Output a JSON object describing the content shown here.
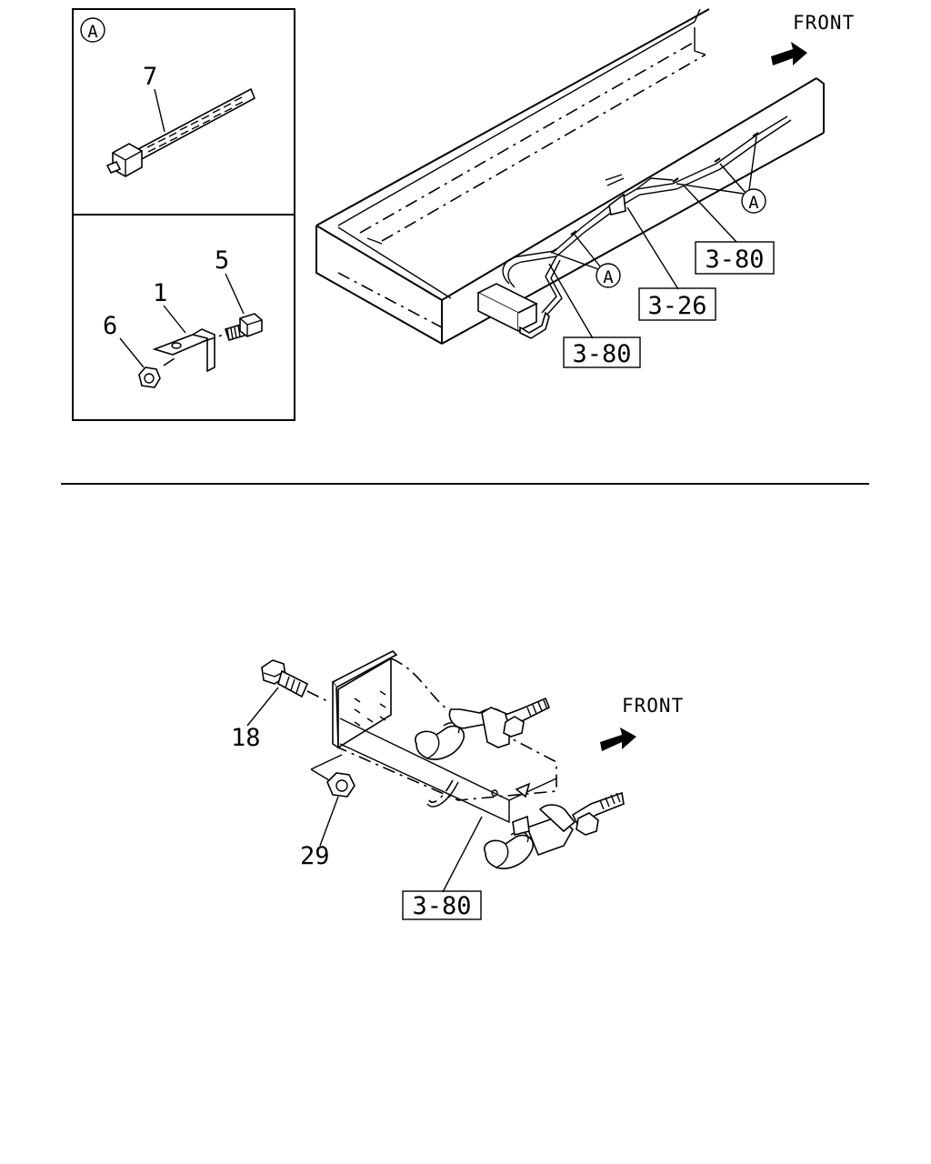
{
  "top_figure": {
    "detail_marker": "A",
    "front_label": "FRONT",
    "inset_callouts": {
      "tie_strap": "7",
      "bolt": "5",
      "bracket": "1",
      "nut": "6"
    },
    "reference_boxes": {
      "upper": "3-80",
      "middle": "3-26",
      "lower": "3-80"
    },
    "clip_markers": [
      "A",
      "A"
    ]
  },
  "bottom_figure": {
    "front_label": "FRONT",
    "callouts": {
      "bolt": "18",
      "nut": "29"
    },
    "reference_box": "3-80"
  }
}
